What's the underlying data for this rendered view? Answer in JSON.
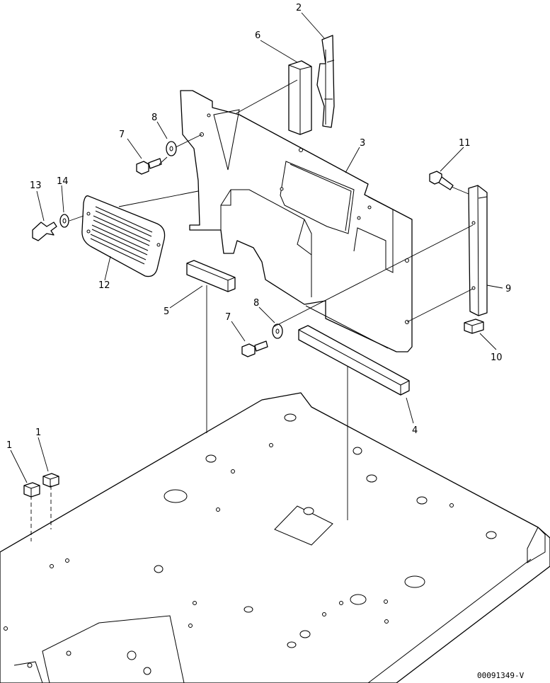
{
  "figure": {
    "drawing_code": "00091349-V",
    "callouts": [
      "1",
      "1",
      "2",
      "3",
      "4",
      "5",
      "6",
      "7",
      "7",
      "8",
      "8",
      "9",
      "10",
      "11",
      "12",
      "13",
      "14"
    ]
  }
}
